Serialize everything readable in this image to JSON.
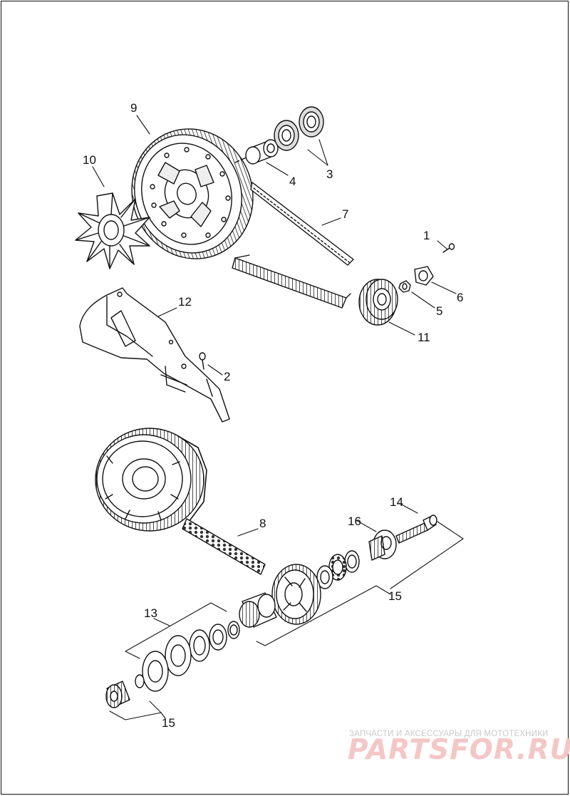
{
  "diagram": {
    "callouts": {
      "c1": "1",
      "c2": "2",
      "c3": "3",
      "c4": "4",
      "c5": "5",
      "c6": "6",
      "c7": "7",
      "c8": "8",
      "c9": "9",
      "c10": "10",
      "c11": "11",
      "c12": "12",
      "c13": "13",
      "c14": "14",
      "c15a": "15",
      "c15b": "15",
      "c16": "16"
    }
  },
  "watermark": {
    "caption": "ЗАПЧАСТИ И АКСЕССУАРЫ ДЛЯ МОТОТЕХНИКИ",
    "logo": "PARTSFOR.RU"
  },
  "colors": {
    "line": "#111111",
    "watermark_red": "#f4c7c7",
    "watermark_gray": "#c9c9c9"
  }
}
